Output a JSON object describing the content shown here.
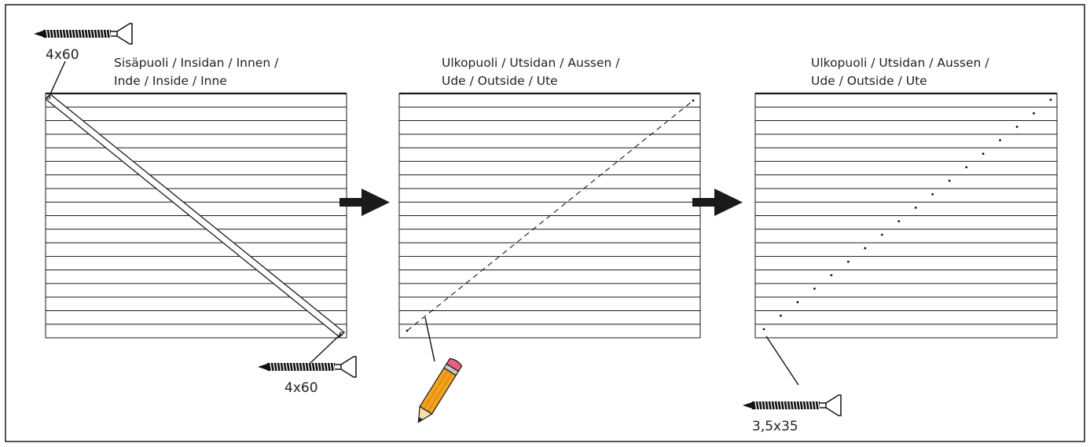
{
  "panels": [
    {
      "caption_line1": "Sisäpuoli / Insidan / Innen /",
      "caption_line2": "Inde / Inside / Inne"
    },
    {
      "caption_line1": "Ulkopuoli / Utsidan / Aussen /",
      "caption_line2": "Ude / Outside / Ute"
    },
    {
      "caption_line1": "Ulkopuoli / Utsidan / Aussen /",
      "caption_line2": "Ude / Outside / Ute"
    }
  ],
  "screws": {
    "top_left_label": "4x60",
    "bottom_label": "4x60",
    "small_label": "3,5x35"
  },
  "icons": {
    "screw": "screw-icon",
    "pencil": "pencil-icon",
    "arrow": "arrow-right-icon"
  },
  "colors": {
    "line": "#1a1a1a",
    "pencil_body": "#f3a21d",
    "pencil_eraser": "#e8607a"
  }
}
